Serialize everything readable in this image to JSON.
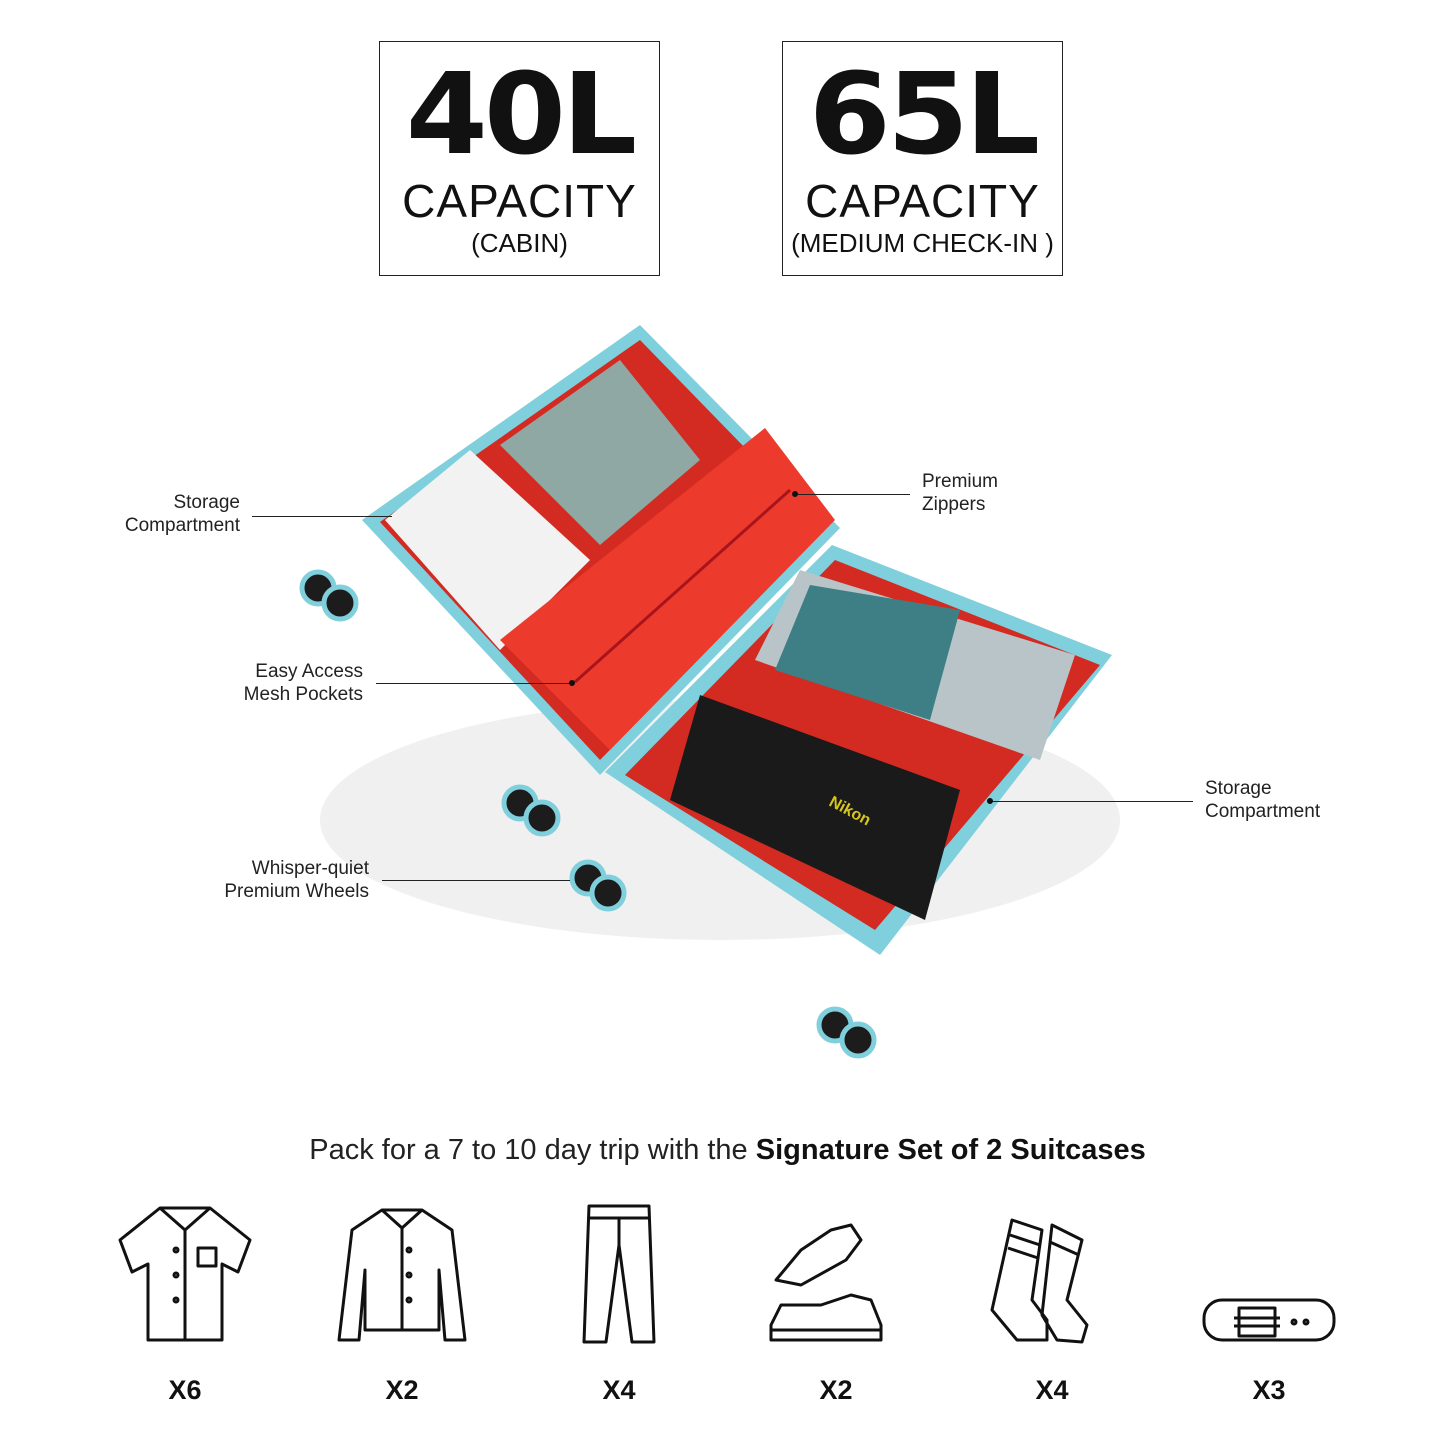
{
  "capacities": [
    {
      "volume": "40L",
      "label": "CAPACITY",
      "type": "(CABIN)"
    },
    {
      "volume": "65L",
      "label": "CAPACITY",
      "type": "(MEDIUM CHECK-IN )"
    }
  ],
  "callouts": {
    "storage_left": [
      "Storage",
      "Compartment"
    ],
    "mesh": [
      "Easy Access",
      "Mesh Pockets"
    ],
    "wheels": [
      "Whisper-quiet",
      "Premium Wheels"
    ],
    "zippers": [
      "Premium",
      "Zippers"
    ],
    "storage_right": [
      "Storage",
      "Compartment"
    ]
  },
  "product_brand_text": "Nikon",
  "tagline": {
    "prefix": "Pack for a 7 to 10 day trip with the ",
    "bold": "Signature Set of 2 Suitcases"
  },
  "items": [
    {
      "icon": "shirt-icon",
      "qty": "X6"
    },
    {
      "icon": "jacket-icon",
      "qty": "X2"
    },
    {
      "icon": "jeans-icon",
      "qty": "X4"
    },
    {
      "icon": "sneakers-icon",
      "qty": "X2"
    },
    {
      "icon": "socks-icon",
      "qty": "X4"
    },
    {
      "icon": "belt-icon",
      "qty": "X3"
    }
  ],
  "colors": {
    "shell": "#7fd0dc",
    "interior": "#e0251f",
    "text": "#111111"
  }
}
